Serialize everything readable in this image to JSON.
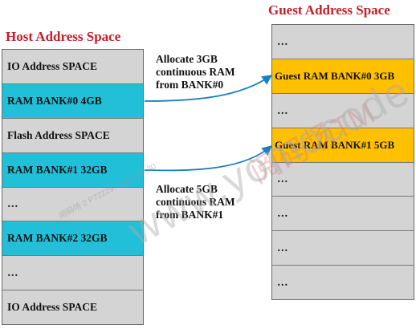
{
  "host": {
    "title": "Host Address Space",
    "cells": [
      {
        "label": "IO Address SPACE",
        "style": "gray"
      },
      {
        "label": "RAM BANK#0 4GB",
        "style": "cyan"
      },
      {
        "label": "Flash Address SPACE",
        "style": "gray"
      },
      {
        "label": "RAM BANK#1 32GB",
        "style": "cyan"
      },
      {
        "label": "…",
        "style": "gray"
      },
      {
        "label": "RAM BANK#2 32GB",
        "style": "cyan"
      },
      {
        "label": "…",
        "style": "gray"
      },
      {
        "label": "IO Address SPACE",
        "style": "gray"
      }
    ]
  },
  "guest": {
    "title": "Guest Address Space",
    "cells": [
      {
        "label": "…",
        "style": "gray"
      },
      {
        "label": "Guest RAM BANK#0 3GB",
        "style": "orange"
      },
      {
        "label": "…",
        "style": "gray"
      },
      {
        "label": "Guest RAM BANK#1 5GB",
        "style": "orange"
      },
      {
        "label": "…",
        "style": "gray"
      },
      {
        "label": "…",
        "style": "gray"
      },
      {
        "label": "…",
        "style": "gray"
      },
      {
        "label": "…",
        "style": "gray"
      }
    ]
  },
  "mappings": [
    {
      "lines": [
        "Allocate 3GB",
        "continuous RAM",
        "from BANK#0"
      ]
    },
    {
      "lines": [
        "Allocate 5GB",
        "continuous RAM",
        "from BANK#1"
      ]
    }
  ],
  "colors": {
    "title": "#c0202a",
    "gray_cell": "#d4d4d4",
    "cyan_cell": "#22c0d8",
    "orange_cell": "#ffc000",
    "arrow": "#1a7fc1"
  },
  "watermark": {
    "main": "www.yomocode",
    "cn": "阅码场TM",
    "small": "阅码场 2 P722297 2024-12-30"
  }
}
